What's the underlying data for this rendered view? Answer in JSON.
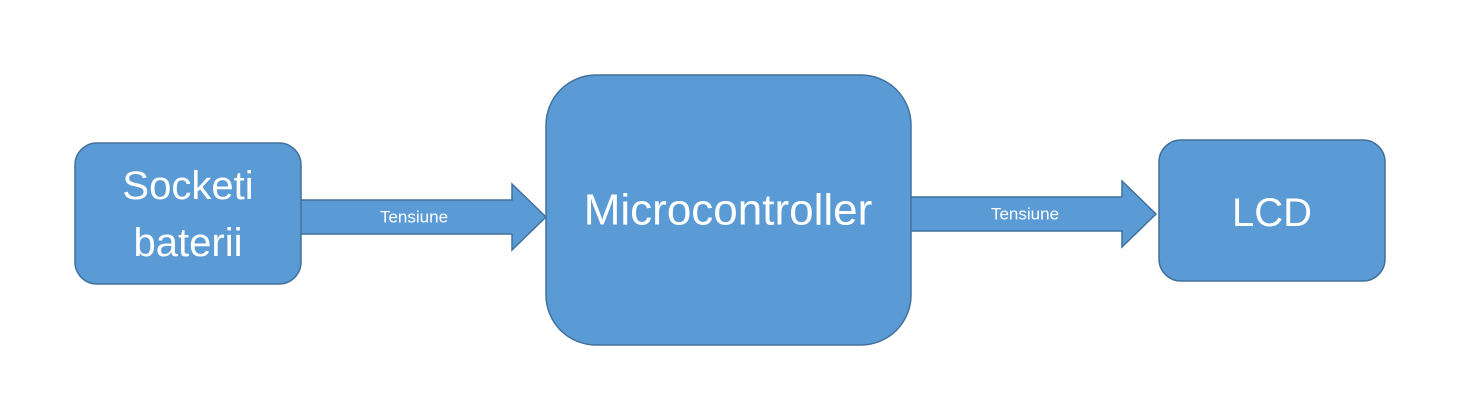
{
  "colors": {
    "fill": "#5b9bd5",
    "stroke": "#41719c",
    "text": "#ffffff",
    "background": "#ffffff"
  },
  "nodes": [
    {
      "id": "socket",
      "lines": [
        "Socketi",
        "baterii"
      ]
    },
    {
      "id": "mcu",
      "lines": [
        "Microcontroller"
      ]
    },
    {
      "id": "lcd",
      "lines": [
        "LCD"
      ]
    }
  ],
  "edges": [
    {
      "from": "socket",
      "to": "mcu",
      "label": "Tensiune"
    },
    {
      "from": "mcu",
      "to": "lcd",
      "label": "Tensiune"
    }
  ]
}
